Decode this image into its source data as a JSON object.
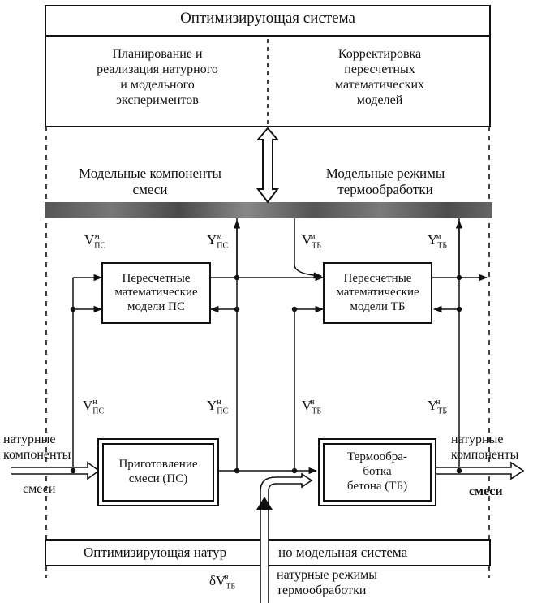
{
  "top": {
    "title": "Оптимизирующая система",
    "left": [
      "Планирование и",
      "реализация натурного",
      "и модельного",
      "экспериментов"
    ],
    "right": [
      "Корректировка",
      "пересчетных",
      "математических",
      "моделей"
    ]
  },
  "band": {
    "left": [
      "Модельные компоненты",
      "смеси"
    ],
    "right": [
      "Модельные режимы",
      "термообработки"
    ]
  },
  "vars": {
    "V": "V",
    "Y": "Y",
    "delta": "δV",
    "sub_ps": "ПС",
    "sub_tb": "ТБ",
    "sup_m": "м",
    "sup_n": "н"
  },
  "boxes": {
    "model_ps": [
      "Пересчетные",
      "математические",
      "модели ПС"
    ],
    "model_tb": [
      "Пересчетные",
      "математические",
      "модели ТБ"
    ],
    "prep": [
      "Приготовление",
      "смеси (ПС)"
    ],
    "heat": [
      "Термообра-",
      "ботка",
      "бетона (ТБ)"
    ]
  },
  "io": {
    "input_left": [
      "натурные",
      "компоненты"
    ],
    "input_left_last": "смеси",
    "output_right": [
      "натурные",
      "компоненты"
    ],
    "output_right_last": "смеси",
    "bottom_mode": [
      "натурные режимы",
      "термообработки"
    ]
  },
  "bottom": {
    "left": "Оптимизирующая натур",
    "right": "но модельная система"
  }
}
